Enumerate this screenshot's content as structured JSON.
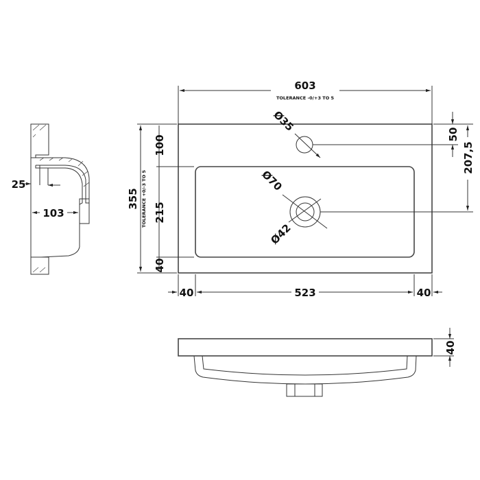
{
  "top_view": {
    "width_label": "603",
    "width_tolerance": "TOLERANCE -0/+3 TO 5",
    "depth_label": "355",
    "depth_tolerance": "TOLERANCE +0/-3 TO 5",
    "left_dims": [
      "100",
      "215",
      "40"
    ],
    "bottom_dims": [
      "40",
      "523",
      "40"
    ],
    "tap_hole_offset": "50",
    "waste_offset": "207,5",
    "tap_hole_diameter": "Ø35",
    "waste_outer_diameter": "Ø70",
    "waste_inner_diameter": "Ø42"
  },
  "side_section": {
    "wall_dim": "25",
    "depth_dim": "103"
  },
  "front_view": {
    "height_dim": "40"
  }
}
